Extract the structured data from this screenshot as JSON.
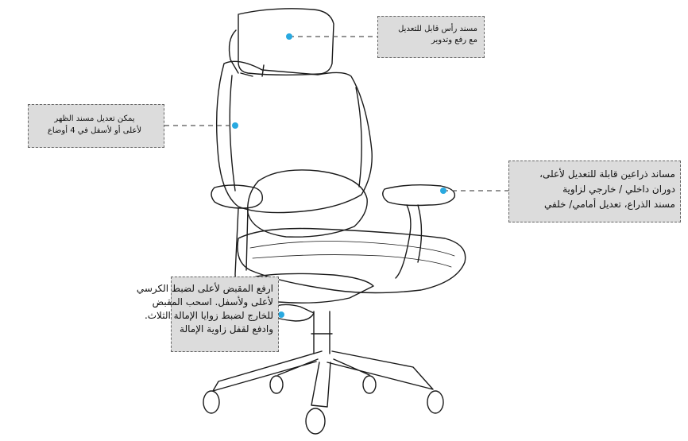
{
  "callouts": {
    "headrest": {
      "lines": [
        "مسند رأس قابل للتعديل",
        "مع رفع وتدوير"
      ]
    },
    "backrest": {
      "lines": [
        "يمكن تعديل مسند الظهر",
        "لأعلى أو لأسفل في 4 أوضاع"
      ]
    },
    "armrest": {
      "lines": [
        "مساند ذراعين قابلة للتعديل لأعلى،",
        "دوران داخلي / خارجي لزاوية",
        "مسند الذراع، تعديل أمامي/ خلفي"
      ]
    },
    "lever": {
      "lines": [
        "ارفع المقبض لأعلى لضبط الكرسي",
        "لأعلى ولأسفل. اسحب المقبض",
        "للخارج لضبط زوايا الإمالة الثلاث.",
        "وادفع لقفل زاوية الإمالة"
      ]
    }
  },
  "colors": {
    "callout_fill": "#dcdcdc",
    "callout_border": "#666666",
    "marker": "#29a9e0",
    "line_art": "#1a1a1a"
  }
}
